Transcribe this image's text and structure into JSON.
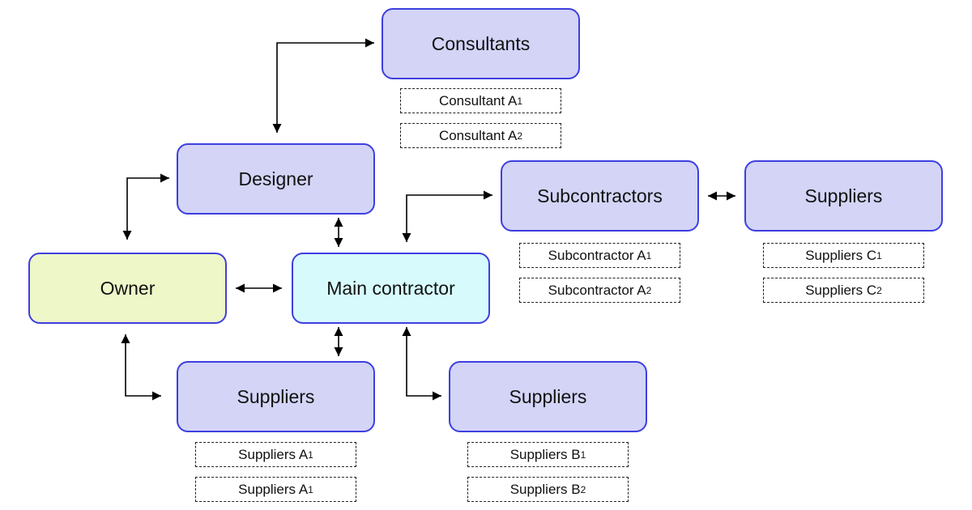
{
  "nodes": {
    "consultants": "Consultants",
    "designer": "Designer",
    "owner": "Owner",
    "main_contractor": "Main contractor",
    "subcontractors": "Subcontractors",
    "suppliers_c": "Suppliers",
    "suppliers_a": "Suppliers",
    "suppliers_b": "Suppliers"
  },
  "sub_items": {
    "consultant_a1": {
      "text": "Consultant A",
      "index": "1"
    },
    "consultant_a2": {
      "text": "Consultant A",
      "index": "2"
    },
    "subcontractor_a1": {
      "text": "Subcontractor A",
      "index": "1"
    },
    "subcontractor_a2": {
      "text": "Subcontractor A",
      "index": "2"
    },
    "suppliers_c1": {
      "text": "Suppliers C",
      "index": "1"
    },
    "suppliers_c2": {
      "text": "Suppliers C",
      "index": "2"
    },
    "suppliers_a1_first": {
      "text": "Suppliers A",
      "index": "1"
    },
    "suppliers_a1_second": {
      "text": "Suppliers A",
      "index": "1"
    },
    "suppliers_b1": {
      "text": "Suppliers B",
      "index": "1"
    },
    "suppliers_b2": {
      "text": "Suppliers B",
      "index": "2"
    }
  },
  "colors": {
    "node_fill": "#d3d4f6",
    "node_border": "#3d3fe0",
    "owner_fill": "#eef7c8",
    "main_contractor_fill": "#d7fbfd",
    "arrow": "#000000"
  }
}
